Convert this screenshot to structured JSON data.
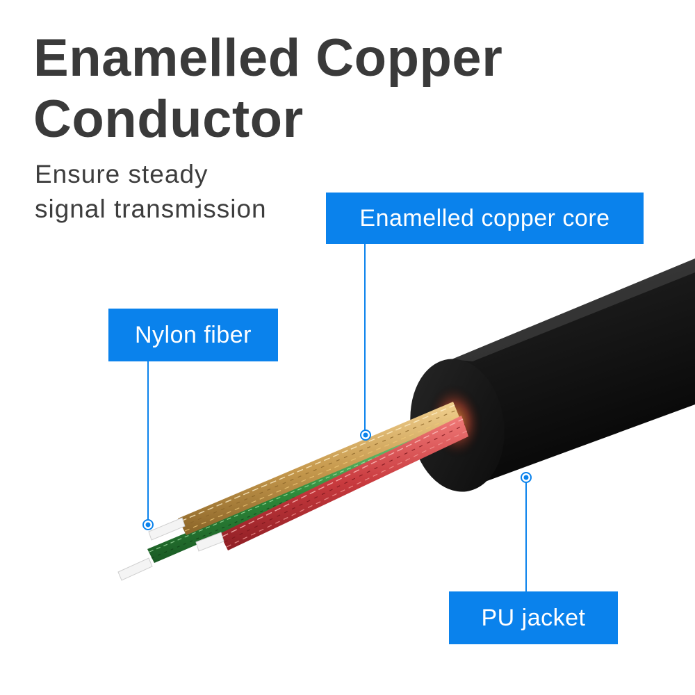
{
  "headline": {
    "line1": "Enamelled Copper",
    "line2": "Conductor"
  },
  "tagline": {
    "line1": "Ensure steady",
    "line2": "signal transmission"
  },
  "callouts": {
    "core": "Enamelled copper core",
    "nylon": "Nylon fiber",
    "jacket": "PU jacket"
  },
  "colors": {
    "accent": "#0a82ec",
    "jacket": "#111111",
    "copper": "#c9a15a",
    "red_wire": "#c8373c",
    "green_wire": "#2e8a3a"
  }
}
